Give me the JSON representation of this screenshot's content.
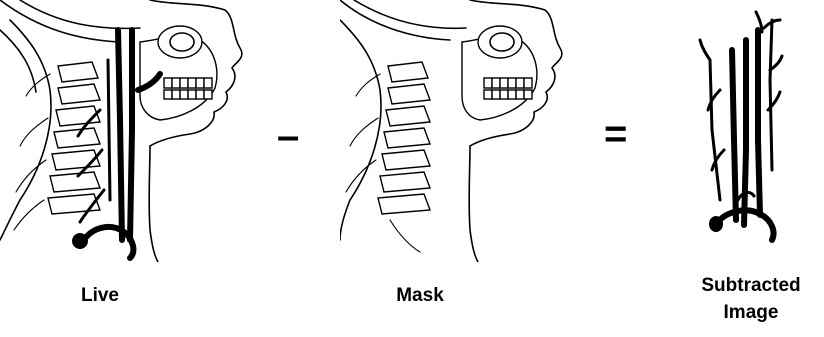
{
  "captions": {
    "live": "Live",
    "mask": "Mask",
    "subtracted_line1": "Subtracted",
    "subtracted_line2": "Image"
  },
  "operators": {
    "minus": "–",
    "equals": "="
  }
}
